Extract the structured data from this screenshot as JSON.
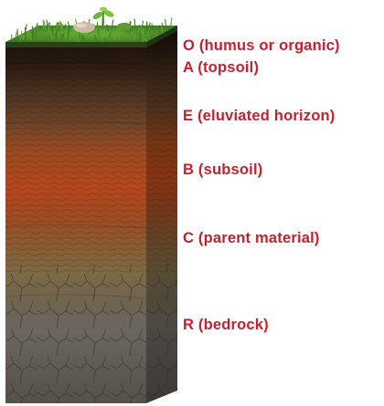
{
  "horizons": [
    {
      "key": "O",
      "label": "O (humus or organic)"
    },
    {
      "key": "A",
      "label": "A (topsoil)"
    },
    {
      "key": "E",
      "label": "E (eluviated horizon)"
    },
    {
      "key": "B",
      "label": "B (subsoil)"
    },
    {
      "key": "C",
      "label": "C (parent material)"
    },
    {
      "key": "R",
      "label": "R (bedrock)"
    }
  ],
  "colors": {
    "label_text": "#c8202f",
    "background": "#ffffff",
    "grass": "#4a8a2a",
    "organic": "#2a1a10",
    "topsoil": "#4a3220",
    "eluviated": "#7a4a2a",
    "subsoil": "#b5471c",
    "parent_material": "#7d6a45",
    "bedrock": "#6e6a62"
  }
}
